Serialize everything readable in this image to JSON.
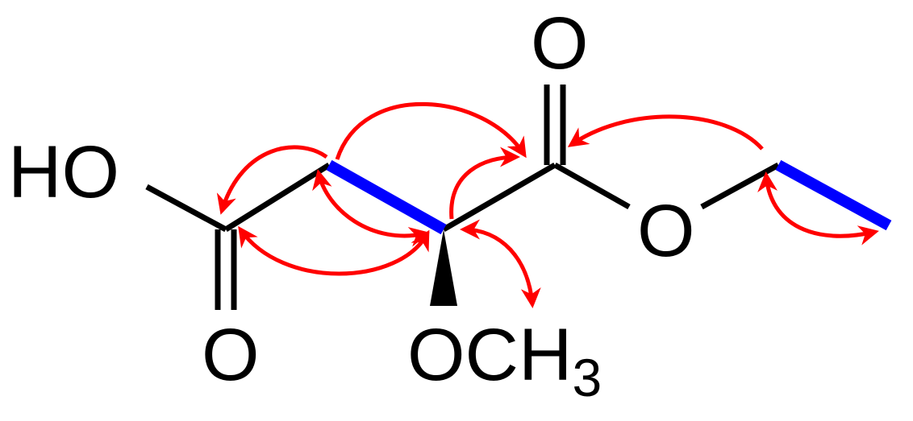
{
  "labels": {
    "hydroxyl": "HO",
    "acid_carbonyl_o": "O",
    "ester_carbonyl_o": "O",
    "ester_o": "O",
    "methoxy_main": "OCH",
    "methoxy_sub": "3"
  },
  "colors": {
    "bond": "#000000",
    "highlight_bond": "#0000ff",
    "correlation_arrow": "#ff0000",
    "background": "#ffffff"
  }
}
